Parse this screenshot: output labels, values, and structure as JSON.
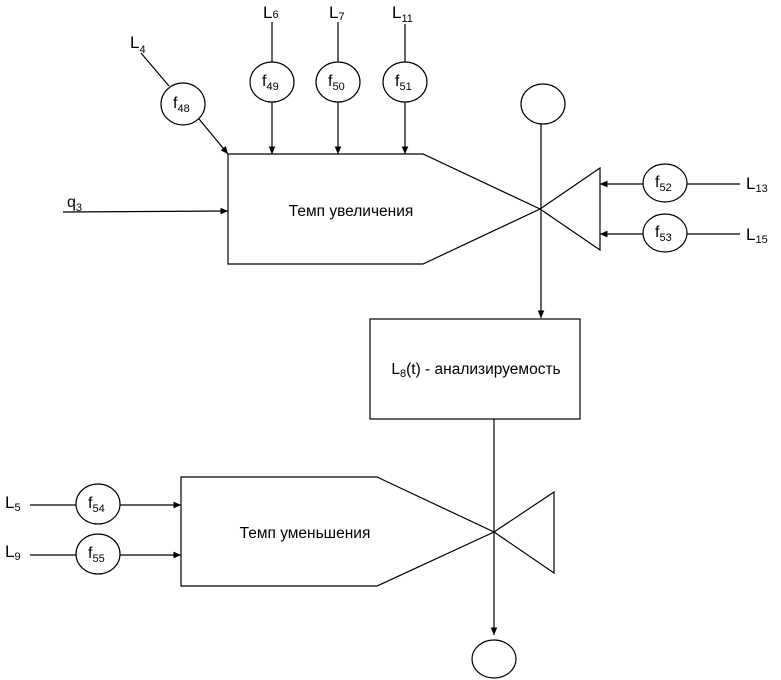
{
  "inputs": {
    "L4": {
      "base": "L",
      "sub": "4"
    },
    "L6": {
      "base": "L",
      "sub": "6"
    },
    "L7": {
      "base": "L",
      "sub": "7"
    },
    "L11": {
      "base": "L",
      "sub": "11"
    },
    "L13": {
      "base": "L",
      "sub": "13"
    },
    "L15": {
      "base": "L",
      "sub": "15"
    },
    "L5": {
      "base": "L",
      "sub": "5"
    },
    "L9": {
      "base": "L",
      "sub": "9"
    },
    "q3": {
      "base": "q",
      "sub": "3"
    }
  },
  "functions": {
    "f48": {
      "base": "f",
      "sub": "48"
    },
    "f49": {
      "base": "f",
      "sub": "49"
    },
    "f50": {
      "base": "f",
      "sub": "50"
    },
    "f51": {
      "base": "f",
      "sub": "51"
    },
    "f52": {
      "base": "f",
      "sub": "52"
    },
    "f53": {
      "base": "f",
      "sub": "53"
    },
    "f54": {
      "base": "f",
      "sub": "54"
    },
    "f55": {
      "base": "f",
      "sub": "55"
    }
  },
  "blocks": {
    "increase": "Темп увеличения",
    "decrease": "Темп уменьшения",
    "level": {
      "base": "L",
      "sub": "8",
      "rest": "(t) - анализируемость"
    }
  },
  "colors": {
    "stroke": "#000000",
    "background": "#ffffff"
  }
}
